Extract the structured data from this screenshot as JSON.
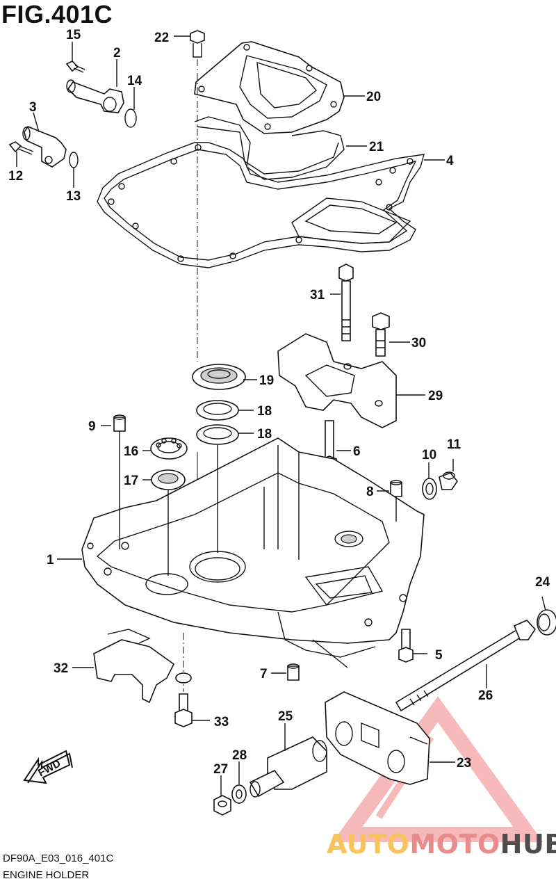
{
  "figure": {
    "title": "FIG.401C",
    "code": "DF90A_E03_016_401C",
    "name": "ENGINE HOLDER"
  },
  "fwd_label": "FWD",
  "watermark": {
    "part1": "AUTO",
    "part2": "MOTO",
    "part3": "HUB",
    "colors": {
      "part1": "#f7c35b",
      "part2": "#e88b8b",
      "part3": "#4d4d4d",
      "triangle": "#f08080"
    }
  },
  "callouts": [
    {
      "id": "c1",
      "text": "1"
    },
    {
      "id": "c2",
      "text": "2"
    },
    {
      "id": "c3",
      "text": "3"
    },
    {
      "id": "c4",
      "text": "4"
    },
    {
      "id": "c5",
      "text": "5"
    },
    {
      "id": "c6",
      "text": "6"
    },
    {
      "id": "c7",
      "text": "7"
    },
    {
      "id": "c8",
      "text": "8"
    },
    {
      "id": "c9",
      "text": "9"
    },
    {
      "id": "c10",
      "text": "10"
    },
    {
      "id": "c11",
      "text": "11"
    },
    {
      "id": "c12",
      "text": "12"
    },
    {
      "id": "c13",
      "text": "13"
    },
    {
      "id": "c14",
      "text": "14"
    },
    {
      "id": "c15",
      "text": "15"
    },
    {
      "id": "c16",
      "text": "16"
    },
    {
      "id": "c17",
      "text": "17"
    },
    {
      "id": "c18a",
      "text": "18"
    },
    {
      "id": "c18b",
      "text": "18"
    },
    {
      "id": "c19",
      "text": "19"
    },
    {
      "id": "c20",
      "text": "20"
    },
    {
      "id": "c21",
      "text": "21"
    },
    {
      "id": "c22",
      "text": "22"
    },
    {
      "id": "c23",
      "text": "23"
    },
    {
      "id": "c24",
      "text": "24"
    },
    {
      "id": "c25",
      "text": "25"
    },
    {
      "id": "c26",
      "text": "26"
    },
    {
      "id": "c27",
      "text": "27"
    },
    {
      "id": "c28",
      "text": "28"
    },
    {
      "id": "c29",
      "text": "29"
    },
    {
      "id": "c30",
      "text": "30"
    },
    {
      "id": "c31",
      "text": "31"
    },
    {
      "id": "c32",
      "text": "32"
    },
    {
      "id": "c33",
      "text": "33"
    }
  ]
}
